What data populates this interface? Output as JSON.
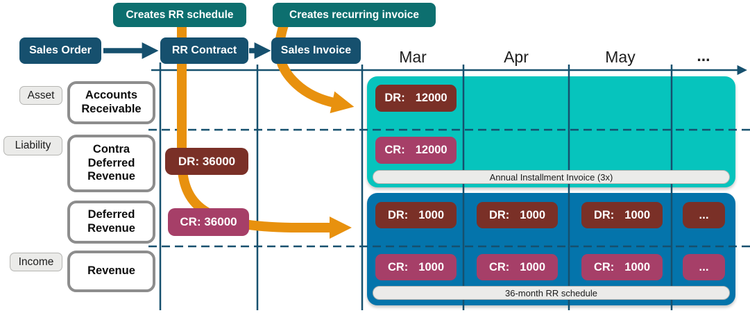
{
  "colors": {
    "navy": "#16506e",
    "teal_badge": "#0d6f6f",
    "orange": "#e8910e",
    "maroon_debit": "#7a3027",
    "magenta_credit": "#a63f68",
    "teal_region": "#06c4bd",
    "blue_region": "#0474ab",
    "caption_bg": "#ebebe9"
  },
  "process_badges": [
    {
      "label": "Creates RR schedule"
    },
    {
      "label": "Creates recurring invoice"
    }
  ],
  "flow": [
    {
      "label": "Sales Order"
    },
    {
      "label": "RR Contract"
    },
    {
      "label": "Sales Invoice"
    }
  ],
  "timeline": {
    "months": [
      "Mar",
      "Apr",
      "May",
      "..."
    ]
  },
  "ledger": {
    "categories": [
      {
        "label": "Asset"
      },
      {
        "label": "Liability"
      },
      {
        "label": "Income"
      }
    ],
    "accounts": [
      {
        "label": "Accounts Receivable"
      },
      {
        "label": "Contra Deferred Revenue"
      },
      {
        "label": "Deferred Revenue"
      },
      {
        "label": "Revenue"
      }
    ]
  },
  "contract_entries": {
    "debit": "DR: 36000",
    "credit": "CR: 36000"
  },
  "invoice_region": {
    "debit_label": "DR:",
    "debit_value": "12000",
    "credit_label": "CR:",
    "credit_value": "12000",
    "caption": "Annual Installment Invoice (3x)"
  },
  "schedule_region": {
    "columns": [
      {
        "debit_label": "DR:",
        "debit_value": "1000",
        "credit_label": "CR:",
        "credit_value": "1000"
      },
      {
        "debit_label": "DR:",
        "debit_value": "1000",
        "credit_label": "CR:",
        "credit_value": "1000"
      },
      {
        "debit_label": "DR:",
        "debit_value": "1000",
        "credit_label": "CR:",
        "credit_value": "1000"
      },
      {
        "ellipsis": "..."
      }
    ],
    "caption": "36-month RR schedule"
  }
}
